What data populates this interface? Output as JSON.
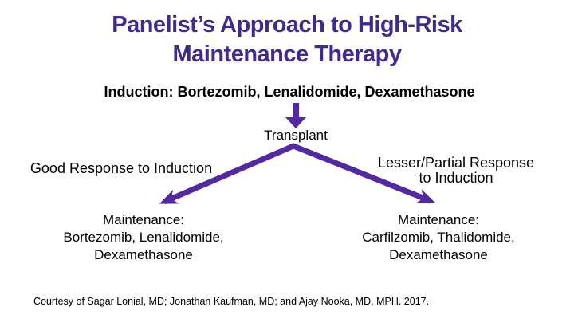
{
  "colors": {
    "title": "#3f2a8d",
    "arrow": "#5229a3",
    "text": "#000000",
    "background": "#ffffff"
  },
  "title": {
    "line1": "Panelist’s Approach to High-Risk",
    "line2": "Maintenance Therapy"
  },
  "flow": {
    "induction": "Induction: Bortezomib, Lenalidomide, Dexamethasone",
    "transplant": "Transplant",
    "left_branch_label": "Good Response to Induction",
    "right_branch_label_line1": "Lesser/Partial Response",
    "right_branch_label_line2": "to Induction",
    "left_outcome": {
      "line1": "Maintenance:",
      "line2": "Bortezomib, Lenalidomide,",
      "line3": "Dexamethasone"
    },
    "right_outcome": {
      "line1": "Maintenance:",
      "line2": "Carfilzomib, Thalidomide,",
      "line3": "Dexamethasone"
    }
  },
  "footer": {
    "credit": "Courtesy of Sagar Lonial, MD; Jonathan Kaufman, MD; and Ajay Nooka, MD, MPH. 2017."
  }
}
